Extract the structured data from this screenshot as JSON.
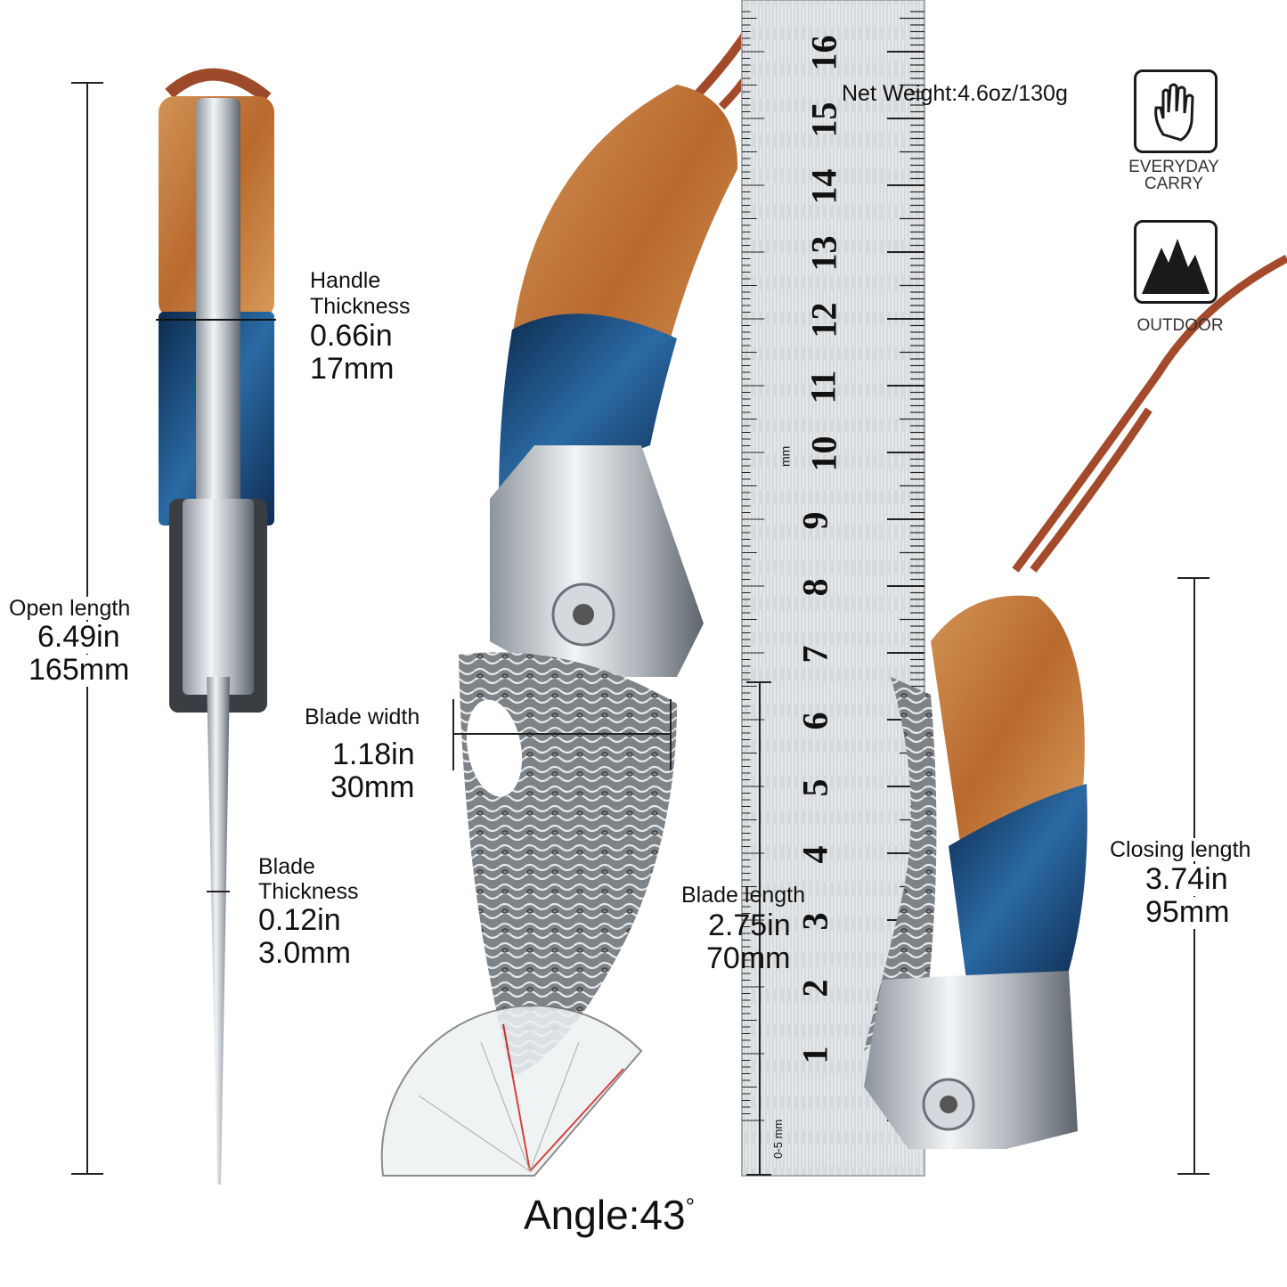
{
  "net_weight": "Net Weight:4.6oz/130g",
  "badges": [
    {
      "icon": "hand-icon",
      "caption_line1": "EVERYDAY",
      "caption_line2": "CARRY"
    },
    {
      "icon": "mountain-icon",
      "caption_line1": "OUTDOOR",
      "caption_line2": ""
    }
  ],
  "handle_thickness": {
    "line1": "Handle",
    "line2": "Thickness",
    "inch": "0.66in",
    "mm": "17mm"
  },
  "open_length": {
    "label": "Open length",
    "inch": "6.49in",
    "mm": "165mm"
  },
  "blade_width": {
    "label": "Blade width",
    "inch": "1.18in",
    "mm": "30mm"
  },
  "blade_thickness": {
    "line1": "Blade",
    "line2": "Thickness",
    "inch": "0.12in",
    "mm": "3.0mm"
  },
  "blade_length": {
    "label": "Blade length",
    "inch": "2.75in",
    "mm": "70mm"
  },
  "closing_length": {
    "label": "Closing length",
    "inch": "3.74in",
    "mm": "95mm"
  },
  "angle": {
    "label": "Angle:43",
    "unit": "°"
  },
  "ruler": {
    "numbers": [
      "16",
      "15",
      "14",
      "13",
      "12",
      "11",
      "10",
      "9",
      "8",
      "7",
      "6",
      "5",
      "4",
      "3",
      "2",
      "1"
    ],
    "unit_mm": "mm",
    "unit_label": "0-5 mm"
  },
  "colors": {
    "wood": "#c07a3c",
    "resin": "#1f4f86",
    "steel": "#c9ced4",
    "cord": "#a24a2a"
  }
}
